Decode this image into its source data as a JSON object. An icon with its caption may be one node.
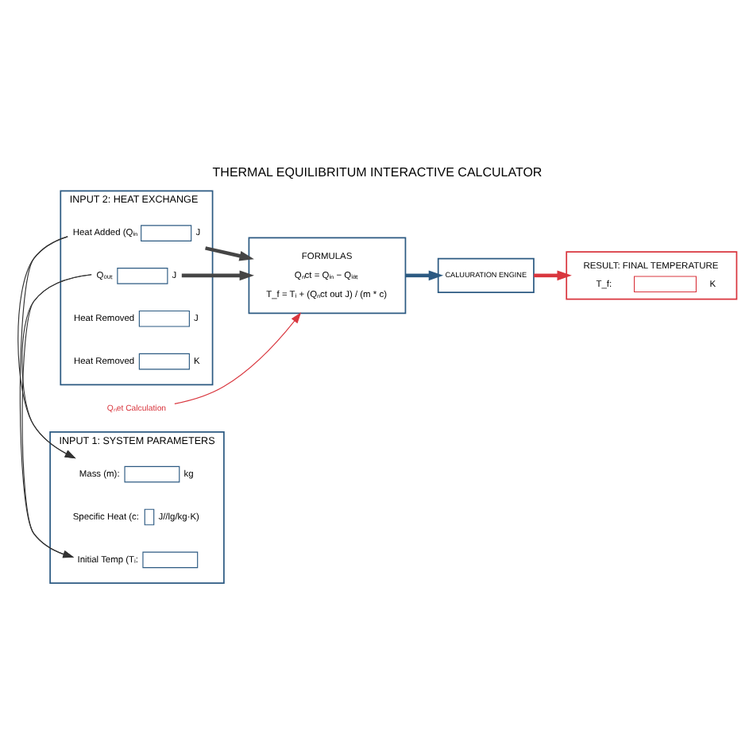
{
  "diagram": {
    "title": "THERMAL EQUILIBRITUM INTERACTIVE CALCULATOR",
    "nodes": [
      {
        "text": [
          "INPUT 1: SYSTEM PARAMETERS"
        ]
      },
      {
        "text": [
          "Mass (m):"
        ],
        "beside": [
          "kg"
        ],
        "in": 0
      },
      {
        "text": [
          "Specific Heat (c:"
        ],
        "beside": [
          "J//lg/kg·K)"
        ],
        "in": 0
      },
      {
        "text": [
          "Initial Temp (Tᵢ:"
        ],
        "in": 0
      },
      {
        "text": [
          "INPUT 2: HEAT EXCHANGE"
        ]
      },
      {
        "text": [
          "Heat Added (Qᵢₙ"
        ],
        "beside": [
          "J"
        ],
        "in": 4
      },
      {
        "text": [
          "Qₒᵤₜ"
        ],
        "beside": [
          "J"
        ],
        "in": 4
      },
      {
        "text": [
          "Heat Removed"
        ],
        "beside": [
          "J"
        ],
        "in": 4
      },
      {
        "text": [
          "Heat Removed"
        ],
        "beside": [
          "K"
        ],
        "in": 4
      },
      {
        "text": [
          "Qₙet Calculation"
        ]
      },
      {
        "text": [
          "FORMULAS",
          "Qₙct = Qᵢₙ − Qᵢₐₜ",
          "T_f = Tᵢ + (Qₙct out J) / (m * c)"
        ]
      },
      {
        "text": [
          "CALUURATION ENGINE"
        ]
      },
      {
        "text": [
          "RESULT: FINAL TEMPERATURE",
          "T_f:",
          "K"
        ]
      }
    ],
    "edges": [
      {
        "from": 6,
        "to": 1,
        "arrow": "to"
      },
      {
        "from": 6,
        "to": 3,
        "arrow": "to"
      },
      {
        "from": 5,
        "to": 1,
        "arrow": "to"
      },
      {
        "from": 5,
        "to": 3,
        "arrow": "to"
      },
      {
        "from": 6,
        "to": 10,
        "arrow": "to",
        "style": "thick",
        "color": "#454545"
      },
      {
        "from": 5,
        "to": 10,
        "arrow": "to",
        "style": "thick",
        "color": "#454545"
      },
      {
        "from": 9,
        "to": 10,
        "arrow": "to",
        "color": "#d9363e"
      },
      {
        "from": 10,
        "to": 11,
        "arrow": "to",
        "style": "thick",
        "color": "#2c5a82"
      },
      {
        "from": 11,
        "to": 12,
        "arrow": "to",
        "style": "thick",
        "color": "#d9363e"
      }
    ]
  }
}
